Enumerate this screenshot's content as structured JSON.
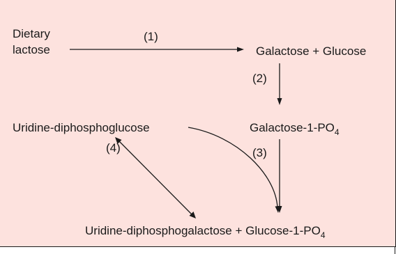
{
  "nodes": {
    "dietary_line1": "Dietary",
    "dietary_line2": "lactose",
    "galactose_glucose": "Galactose + Glucose",
    "galactose_1_po4": "Galactose-1-PO",
    "galactose_1_po4_sub": "4",
    "udp_glucose": "Uridine-diphosphoglucose",
    "udp_galactose_glucose_1_po4": "Uridine-diphosphogalactose + Glucose-1-PO",
    "udp_galactose_glucose_1_po4_sub": "4"
  },
  "steps": {
    "step1": "(1)",
    "step2": "(2)",
    "step3": "(3)",
    "step4": "(4)"
  },
  "colors": {
    "background": "#fde2de",
    "ink": "#1a1a1a"
  }
}
